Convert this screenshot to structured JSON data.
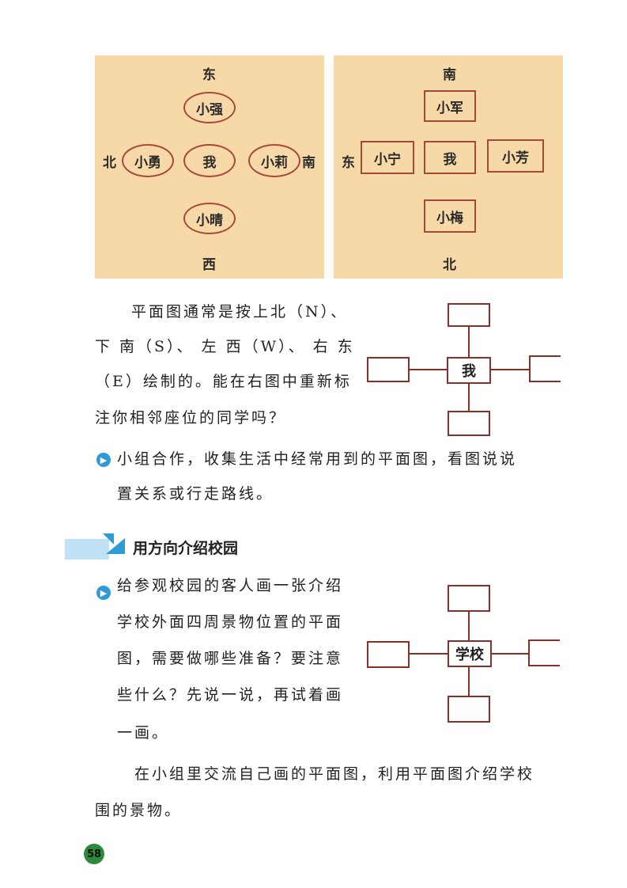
{
  "left_panel": {
    "top": "东",
    "bottom": "西",
    "left": "北",
    "right": "南",
    "up": "小强",
    "center": "我",
    "leftmate": "小勇",
    "rightmate": "小莉",
    "down": "小晴"
  },
  "right_panel": {
    "top": "南",
    "bottom": "北",
    "left": "东",
    "up": "小军",
    "center": "我",
    "leftmate": "小宁",
    "rightmate": "小芳",
    "down": "小梅"
  },
  "para1": [
    "平面图通常是按上北（N）、",
    "下 南（S）、 左 西（W）、 右 东",
    "（E）绘制的。能在右图中重新标",
    "注你相邻座位的同学吗？"
  ],
  "diagram1": {
    "center": "我"
  },
  "activity1": [
    "小组合作，收集生活中经常用到的平面图，看图说说",
    "置关系或行走路线。"
  ],
  "section": {
    "title": "用方向介绍校园"
  },
  "activity2": [
    "给参观校园的客人画一张介绍",
    "学校外面四周景物位置的平面",
    "图，需要做哪些准备？要注意",
    "些什么？先说一说，再试着画",
    "一画。"
  ],
  "diagram2": {
    "center": "学校"
  },
  "para2": [
    "在小组里交流自己画的平面图，利用平面图介绍学校",
    "围的景物。"
  ],
  "page_number": "58"
}
